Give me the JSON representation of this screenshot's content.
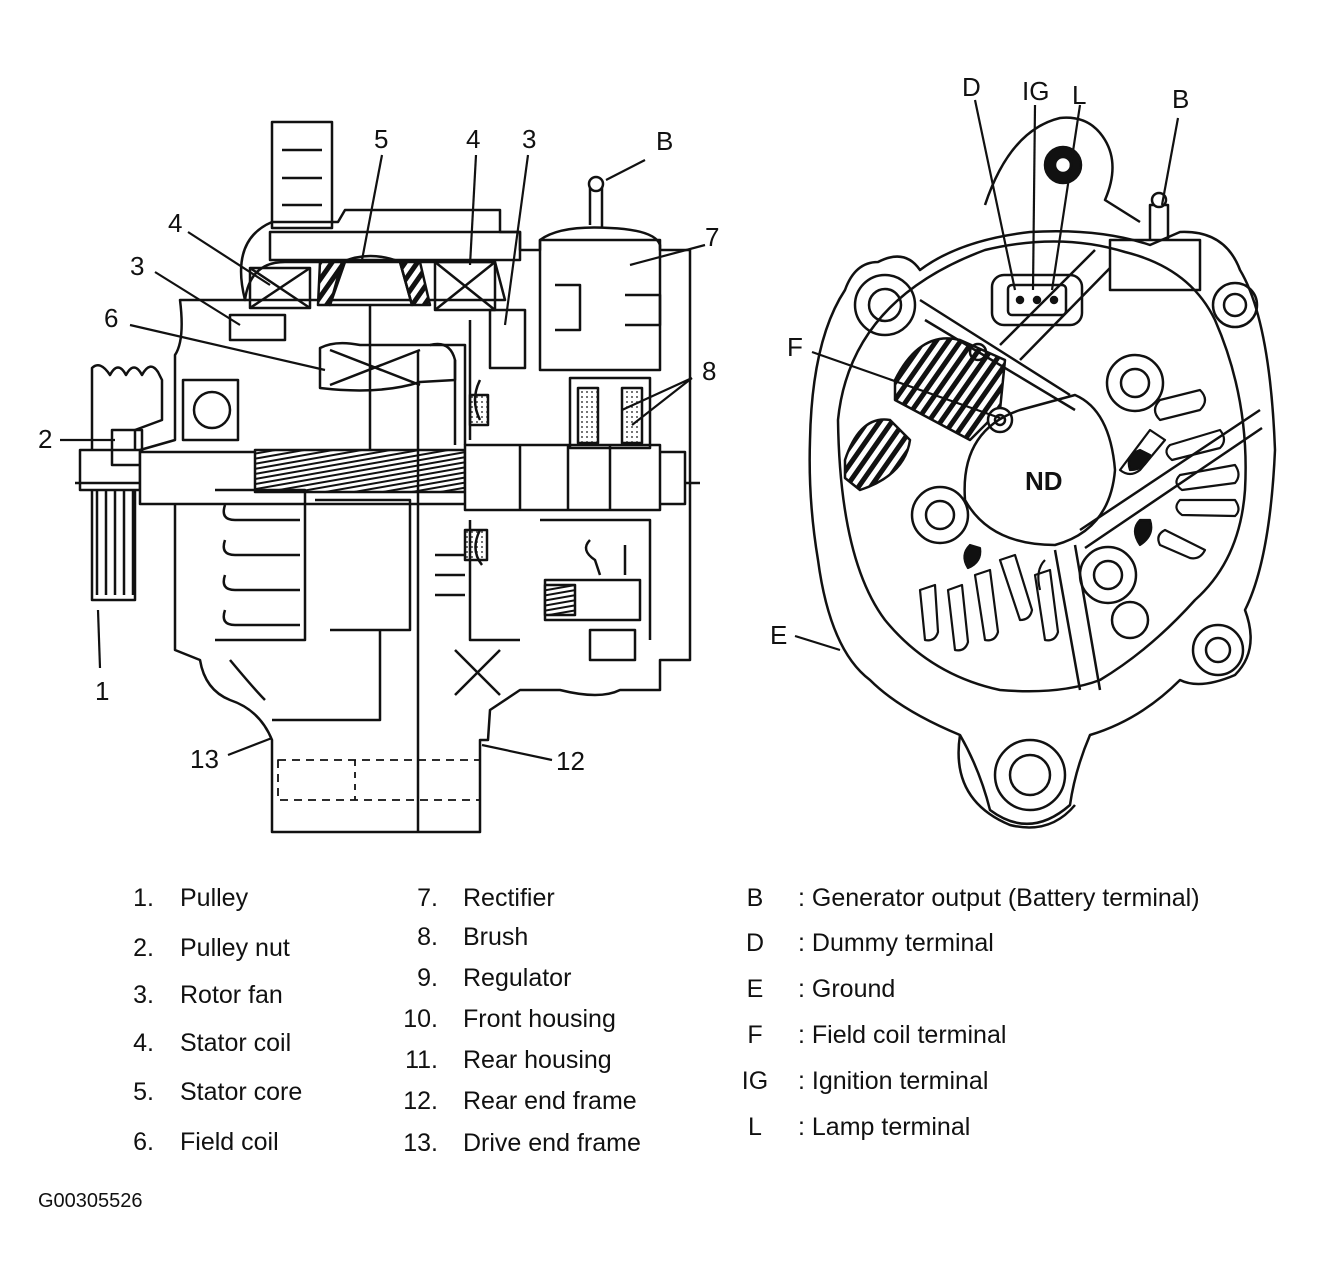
{
  "callouts": {
    "left": [
      "1",
      "2",
      "3",
      "4",
      "5",
      "6",
      "4",
      "3",
      "B",
      "7",
      "8",
      "13",
      "12"
    ],
    "right": [
      "D",
      "IG",
      "L",
      "B",
      "F",
      "E"
    ]
  },
  "parts": [
    {
      "num": "1.",
      "label": "Pulley"
    },
    {
      "num": "2.",
      "label": "Pulley nut"
    },
    {
      "num": "3.",
      "label": "Rotor fan"
    },
    {
      "num": "4.",
      "label": "Stator coil"
    },
    {
      "num": "5.",
      "label": "Stator core"
    },
    {
      "num": "6.",
      "label": "Field coil"
    },
    {
      "num": "7.",
      "label": "Rectifier"
    },
    {
      "num": "8.",
      "label": "Brush"
    },
    {
      "num": "9.",
      "label": "Regulator"
    },
    {
      "num": "10.",
      "label": "Front housing"
    },
    {
      "num": "11.",
      "label": "Rear housing"
    },
    {
      "num": "12.",
      "label": "Rear end frame"
    },
    {
      "num": "13.",
      "label": "Drive end frame"
    }
  ],
  "terminals": [
    {
      "key": "B",
      "label": ": Generator output (Battery terminal)"
    },
    {
      "key": "D",
      "label": ": Dummy terminal"
    },
    {
      "key": "E",
      "label": ": Ground"
    },
    {
      "key": "F",
      "label": ": Field coil terminal"
    },
    {
      "key": "IG",
      "label": ": Ignition terminal"
    },
    {
      "key": "L",
      "label": ": Lamp terminal"
    }
  ],
  "figure_id": "G00305526"
}
